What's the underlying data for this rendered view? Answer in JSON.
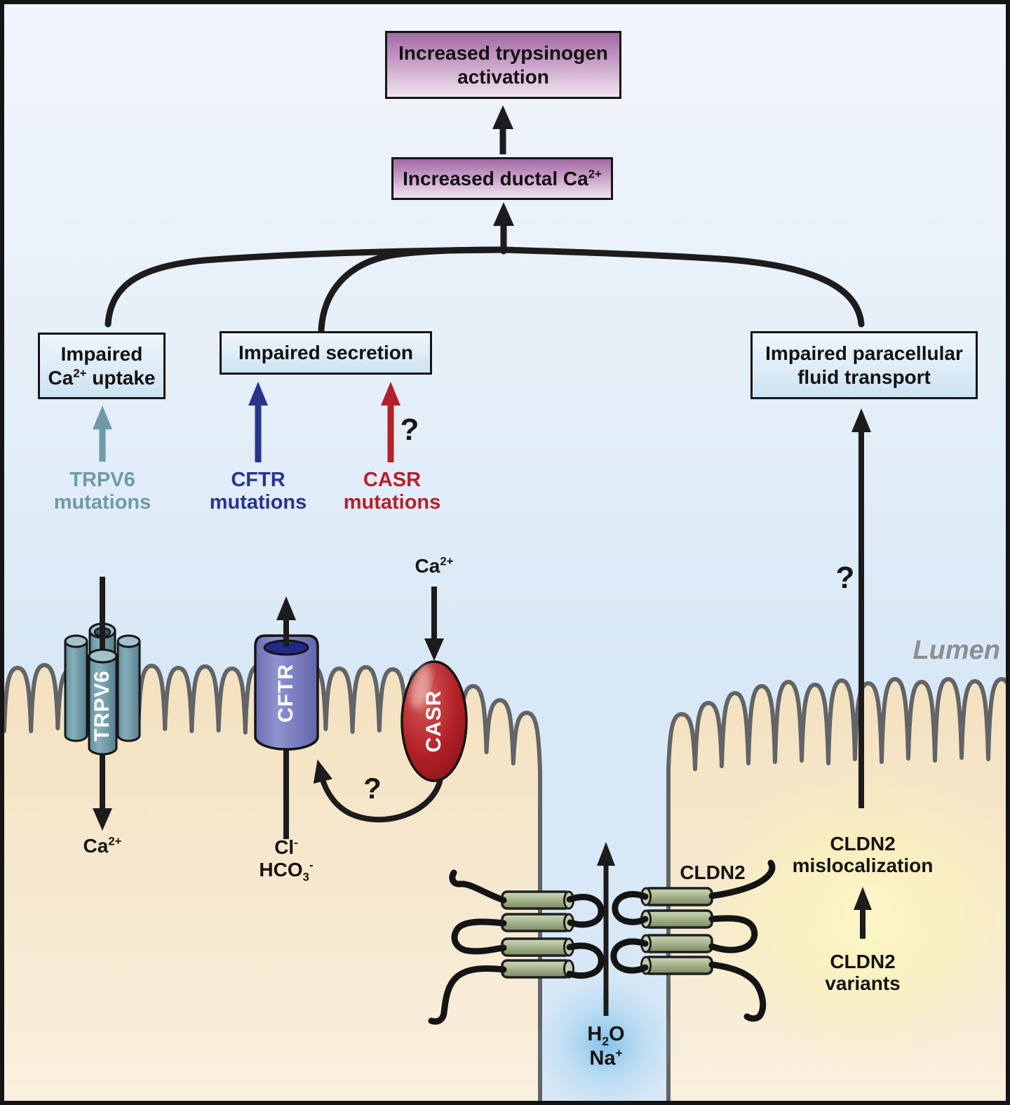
{
  "figure": {
    "boxes": {
      "trypsinogen": {
        "line1": "Increased trypsinogen",
        "line2": "activation"
      },
      "ductal": {
        "text": "Increased ductal Ca",
        "sup": "2+"
      },
      "uptake": {
        "line1": "Impaired",
        "line2_pre": "Ca",
        "line2_sup": "2+",
        "line2_post": " uptake"
      },
      "secretion": {
        "text": "Impaired secretion"
      },
      "paracellular": {
        "line1": "Impaired paracellular",
        "line2": "fluid transport"
      }
    },
    "mutation_labels": {
      "trpv6": {
        "line1": "TRPV6",
        "line2": "mutations"
      },
      "cftr": {
        "line1": "CFTR",
        "line2": "mutations"
      },
      "casr": {
        "line1": "CASR",
        "line2": "mutations"
      }
    },
    "protein_labels": {
      "trpv6": "TRPV6",
      "cftr": "CFTR",
      "casr": "CASR",
      "cldn2": "CLDN2"
    },
    "ion_labels": {
      "ca_trpv6": {
        "base": "Ca",
        "sup": "2+"
      },
      "ca_casr": {
        "base": "Ca",
        "sup": "2+"
      },
      "cl": {
        "base": "Cl",
        "sup": "-"
      },
      "hco3": {
        "base": "HCO",
        "sub": "3",
        "sup": "-"
      },
      "h2o": {
        "pre": "H",
        "sub": "2",
        "post": "O"
      },
      "na": {
        "base": "Na",
        "sup": "+"
      }
    },
    "annotations": {
      "lumen": "Lumen",
      "q_casr_secretion": "?",
      "q_casr_cftr": "?",
      "q_paracellular": "?",
      "mislocalization": {
        "line1": "CLDN2",
        "line2": "mislocalization"
      },
      "variants": {
        "line1": "CLDN2",
        "line2": "variants"
      }
    },
    "colors": {
      "teal": "#6f9aa6",
      "navy": "#28348c",
      "red": "#b5202b",
      "gray_lumen": "#8b8f94",
      "purple_top": "#a26aa3",
      "purple_bottom": "#f0e4ef",
      "blue_top": "#eef5fc",
      "blue_bottom": "#cde2f1",
      "ink": "#1d1b1c",
      "membrane_gray": "#626467",
      "cell_tan": "#f4e1bf",
      "teal_channel": "#6f9fad",
      "cftr_purple": "#8286c5",
      "casr_red": "#b01f26",
      "claudin_green": "#a8b790"
    }
  }
}
